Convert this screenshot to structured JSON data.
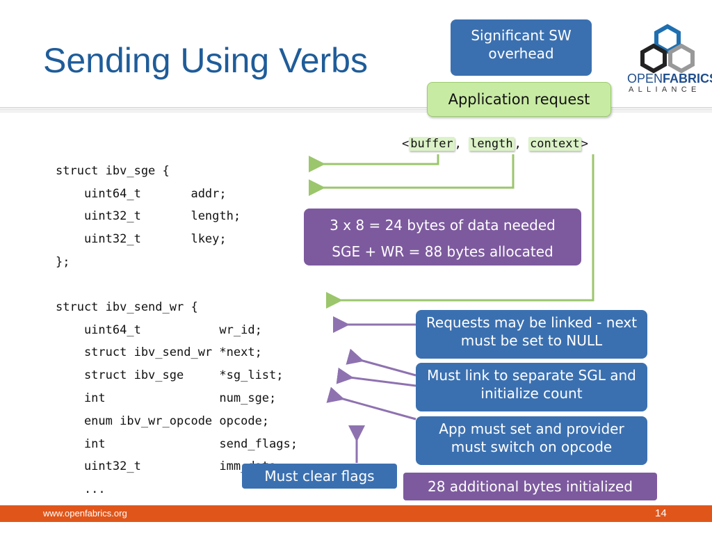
{
  "slide": {
    "title": "Sending Using Verbs",
    "page_number": "14",
    "footer_url": "www.openfabrics.org"
  },
  "logo": {
    "word_open": "OPEN",
    "word_fabrics": "FABRICS",
    "word_alliance": "ALLIANCE"
  },
  "callouts": {
    "significant_overhead": "Significant SW overhead",
    "application_request": "Application request",
    "data_needed": "3 x 8 = 24 bytes of data needed",
    "bytes_allocated": "SGE + WR = 88 bytes allocated",
    "requests_linked": "Requests may be linked - next must be set to NULL",
    "must_link_sgl": "Must link to separate SGL and initialize count",
    "app_set_opcode": "App must set and provider must switch on opcode",
    "must_clear_flags": "Must clear flags",
    "additional_bytes": "28 additional bytes initialized"
  },
  "request_tuple": {
    "open": "<",
    "buffer": "buffer",
    "sep1": ", ",
    "length": "length",
    "sep2": ", ",
    "context": "context",
    "close": ">"
  },
  "code": {
    "sge_struct": [
      "struct ibv_sge {",
      "    uint64_t       addr;",
      "    uint32_t       length;",
      "    uint32_t       lkey;",
      "};"
    ],
    "send_wr_struct": [
      "struct ibv_send_wr {",
      "    uint64_t           wr_id;",
      "    struct ibv_send_wr *next;",
      "    struct ibv_sge     *sg_list;",
      "    int                num_sge;",
      "    enum ibv_wr_opcode opcode;",
      "    int                send_flags;",
      "    uint32_t           imm_data;",
      "    ...",
      "};"
    ]
  },
  "colors": {
    "title": "#1f5c99",
    "callout_blue": "#3b70b0",
    "callout_purple": "#7d5a9e",
    "callout_green": "#c8eba4",
    "footer": "#e0561a",
    "green_arrow": "#9bc66b",
    "purple_arrow": "#8e72b0"
  }
}
